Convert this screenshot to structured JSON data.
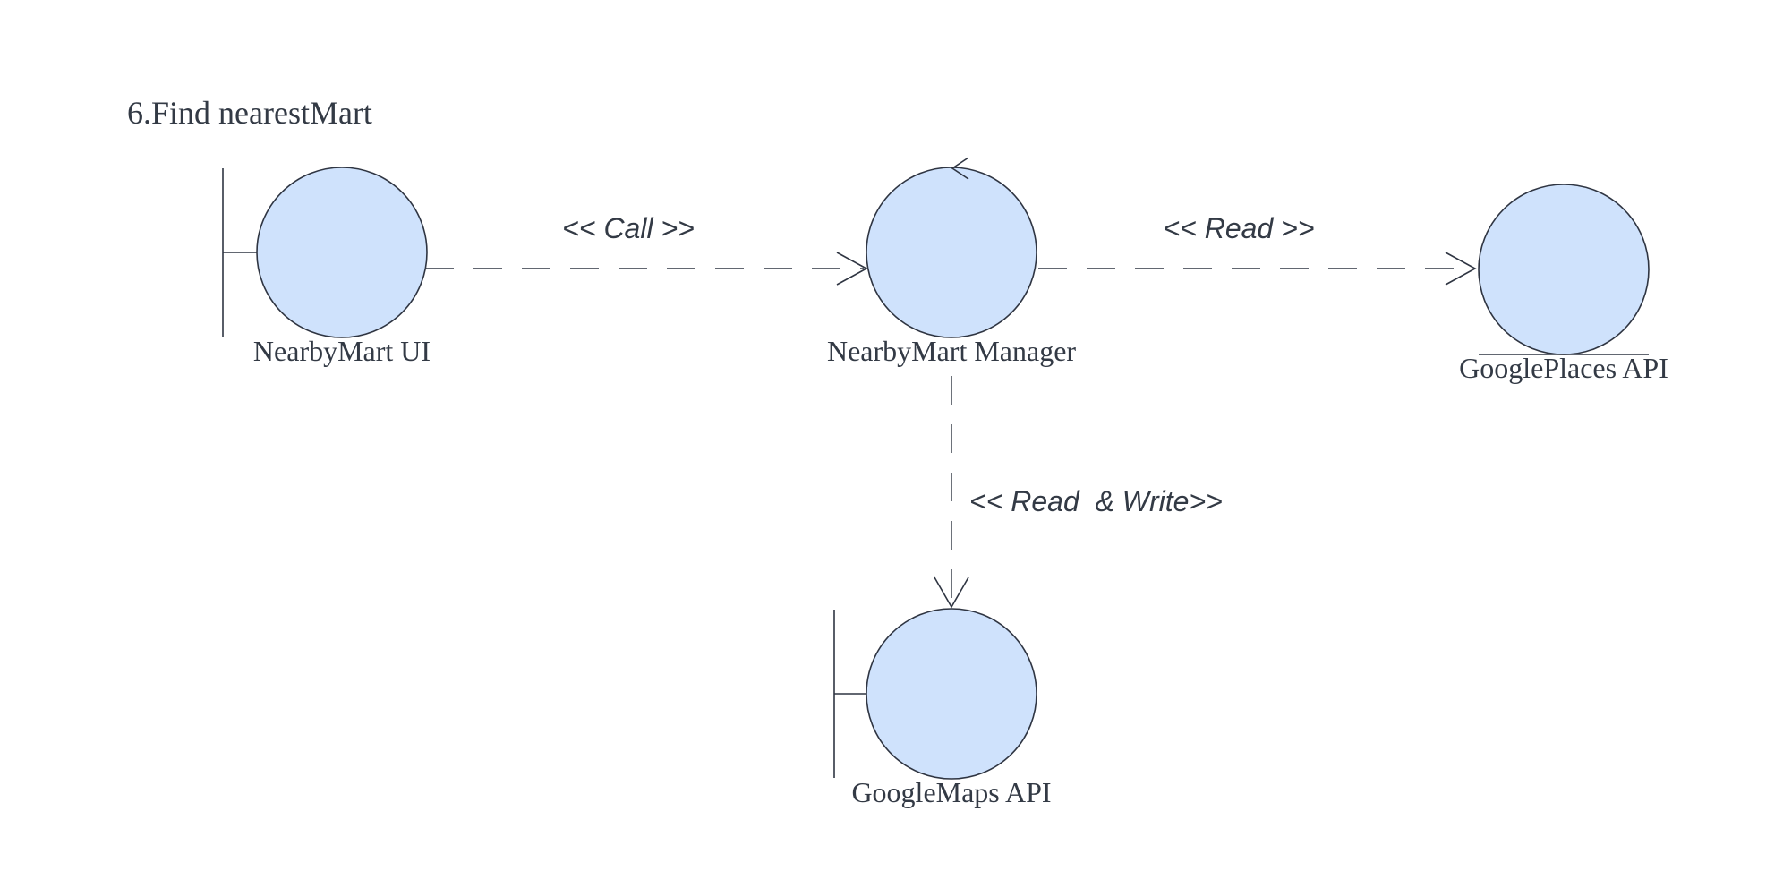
{
  "diagram": {
    "title": "6.Find nearestMart",
    "nodes": [
      {
        "id": "nearbymart-ui",
        "label": "NearbyMart UI",
        "kind": "boundary"
      },
      {
        "id": "nearbymart-manager",
        "label": "NearbyMart Manager",
        "kind": "control"
      },
      {
        "id": "googleplaces-api",
        "label": "GooglePlaces API",
        "kind": "entity"
      },
      {
        "id": "googlemaps-api",
        "label": "GoogleMaps API",
        "kind": "boundary"
      }
    ],
    "edges": [
      {
        "from": "nearbymart-ui",
        "to": "nearbymart-manager",
        "label": "<< Call >>",
        "style": "dashed"
      },
      {
        "from": "nearbymart-manager",
        "to": "googleplaces-api",
        "label": "<< Read >>",
        "style": "dashed"
      },
      {
        "from": "nearbymart-manager",
        "to": "googlemaps-api",
        "label": "<< Read  & Write>>",
        "style": "dashed"
      }
    ],
    "colors": {
      "node_fill": "#cfe2fc",
      "stroke": "#2f3542",
      "text": "#333a45"
    }
  }
}
